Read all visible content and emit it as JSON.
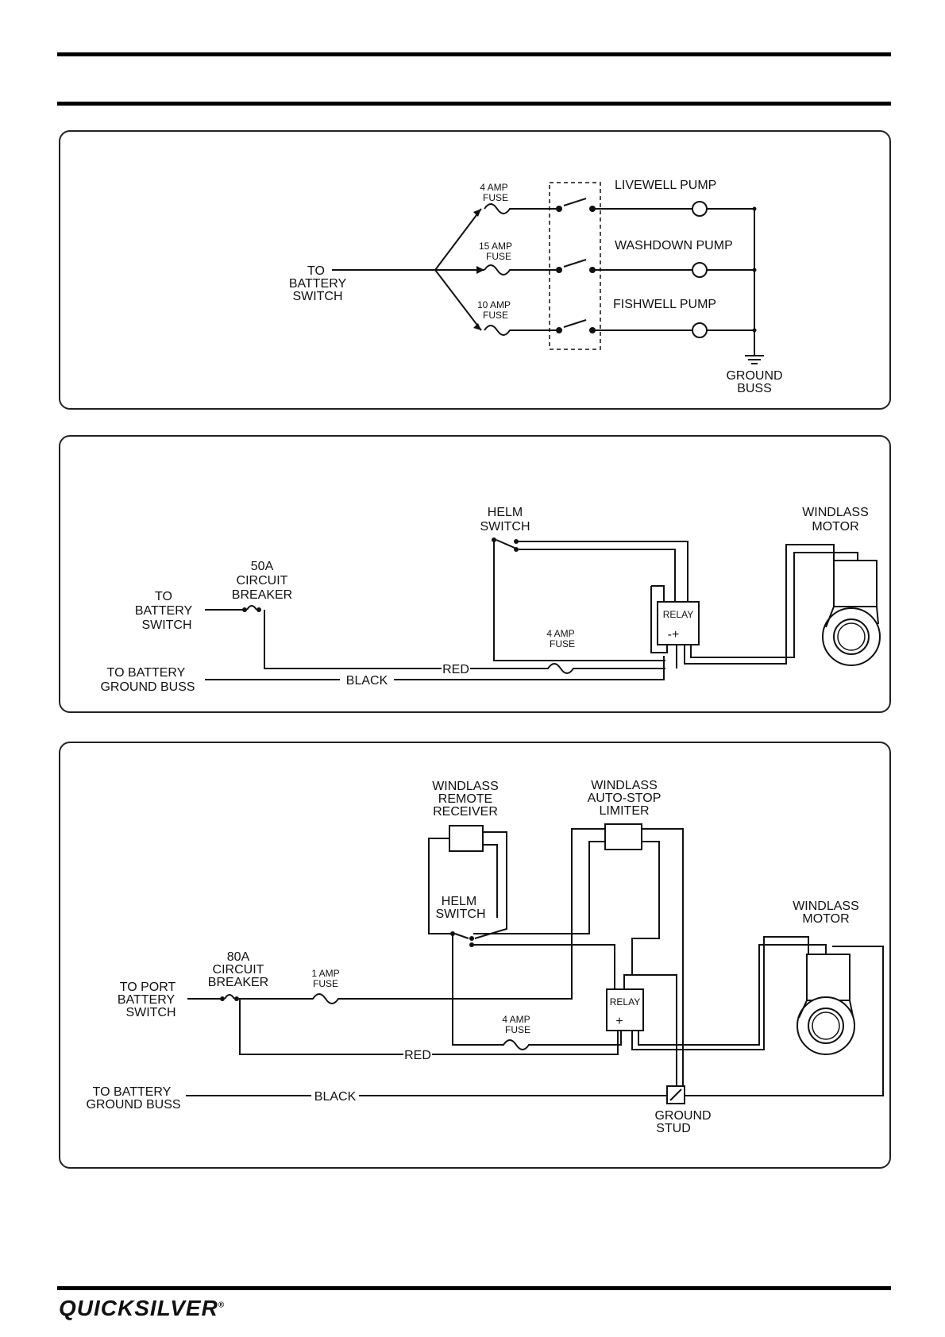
{
  "brand": {
    "name": "QUICKSILVER",
    "mark": "®"
  },
  "diagram1": {
    "source": [
      "TO",
      "BATTERY",
      "SWITCH"
    ],
    "fuses": [
      {
        "label": [
          "4 AMP",
          "FUSE"
        ]
      },
      {
        "label": [
          "15 AMP",
          "FUSE"
        ]
      },
      {
        "label": [
          "10 AMP",
          "FUSE"
        ]
      }
    ],
    "loads": [
      "LIVEWELL PUMP",
      "WASHDOWN PUMP",
      "FISHWELL PUMP"
    ],
    "ground": [
      "GROUND",
      "BUSS"
    ]
  },
  "diagram2": {
    "source": [
      "TO",
      "BATTERY",
      "SWITCH"
    ],
    "breaker": [
      "50A",
      "CIRCUIT",
      "BREAKER"
    ],
    "ground": [
      "TO BATTERY",
      "GROUND BUSS"
    ],
    "helm": [
      "HELM",
      "SWITCH"
    ],
    "motor": [
      "WINDLASS",
      "MOTOR"
    ],
    "relay": "RELAY",
    "relay_terms": "-+",
    "fuse": [
      "4 AMP",
      "FUSE"
    ],
    "wire_red": "RED",
    "wire_black": "BLACK"
  },
  "diagram3": {
    "source": [
      "TO PORT",
      "BATTERY",
      "SWITCH"
    ],
    "breaker": [
      "80A",
      "CIRCUIT",
      "BREAKER"
    ],
    "fuse1": [
      "1 AMP",
      "FUSE"
    ],
    "fuse2": [
      "4 AMP",
      "FUSE"
    ],
    "receiver": [
      "WINDLASS",
      "REMOTE",
      "RECEIVER"
    ],
    "limiter": [
      "WINDLASS",
      "AUTO-STOP",
      "LIMITER"
    ],
    "helm": [
      "HELM",
      "SWITCH"
    ],
    "motor": [
      "WINDLASS",
      "MOTOR"
    ],
    "relay": "RELAY",
    "relay_terms": "+",
    "ground_buss": [
      "TO BATTERY",
      "GROUND BUSS"
    ],
    "ground_stud": [
      "GROUND",
      "STUD"
    ],
    "wire_red": "RED",
    "wire_black": "BLACK"
  }
}
